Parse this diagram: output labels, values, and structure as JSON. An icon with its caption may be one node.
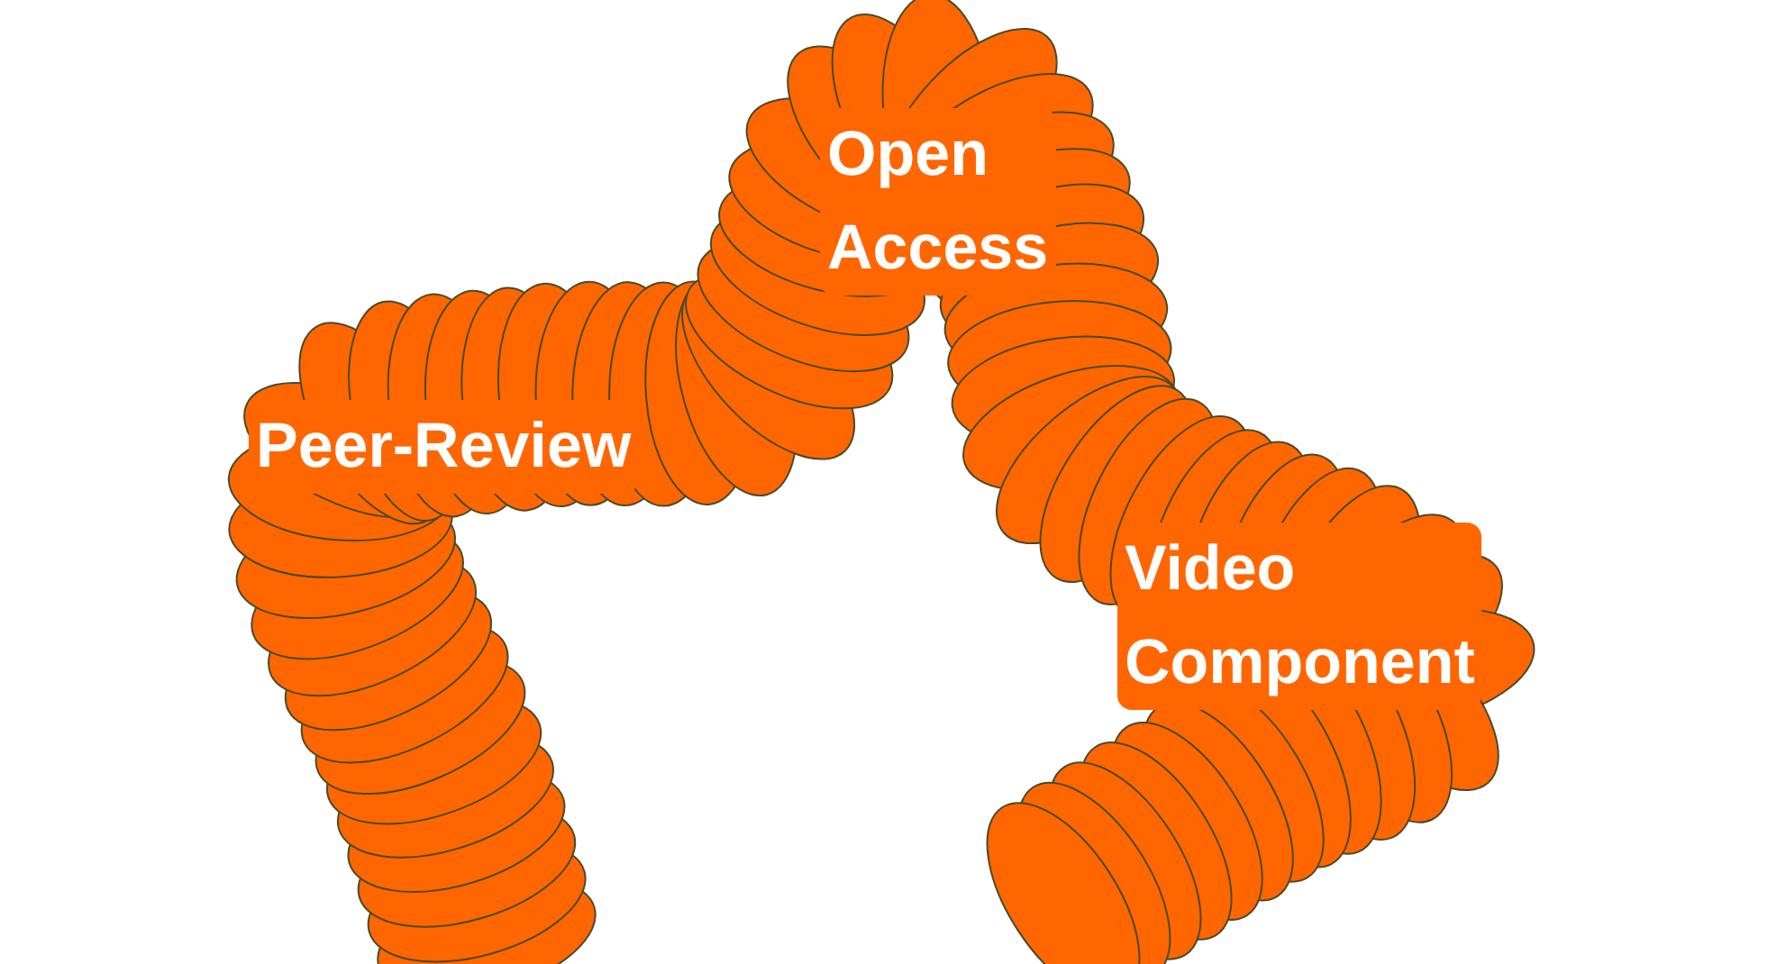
{
  "diagram": {
    "labels": [
      "Open Access",
      "Peer-Review",
      "Video Component"
    ]
  }
}
